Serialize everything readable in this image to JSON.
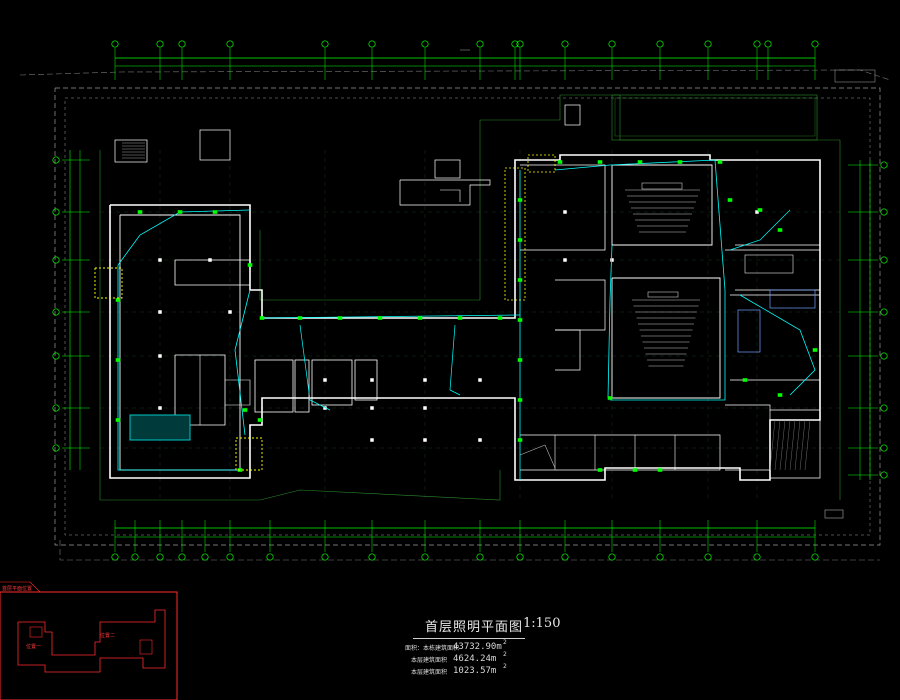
{
  "drawing": {
    "title": "首层照明平面图",
    "scale": "1:150",
    "areas": [
      {
        "label": "面积：本栋建筑面积",
        "value": "43732.90m",
        "unit": "2"
      },
      {
        "label": "本层建筑面积",
        "value": "4624.24m",
        "unit": "2"
      },
      {
        "label": "本层建筑面积",
        "value": "1023.57m",
        "unit": "2"
      }
    ]
  },
  "key_plan": {
    "labels": [
      "首层平面位置",
      "位置一",
      "位置二"
    ]
  },
  "colors": {
    "background": "#000000",
    "walls": "#ffffff",
    "grid": "#00ff00",
    "wiring": "#00ffff",
    "site_boundary": "#9a9a9a",
    "furniture": "#c8c8c8",
    "key_plan": "#ff2a2a",
    "highlight": "#ffff00"
  }
}
